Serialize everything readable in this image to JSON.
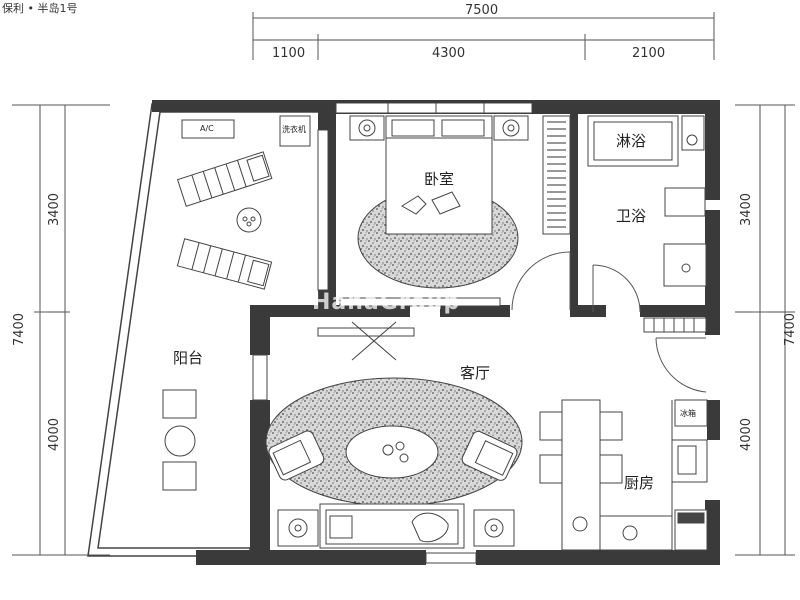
{
  "title": "保利 • 半岛1号",
  "dimensions": {
    "top_total": "7500",
    "top_segments": [
      "1100",
      "4300",
      "2100"
    ],
    "left_total": "7400",
    "left_segments": [
      "3400",
      "4000"
    ],
    "right_total": "7400",
    "right_segments": [
      "3400",
      "4000"
    ]
  },
  "rooms": {
    "balcony": "阳台",
    "bedroom": "卧室",
    "bathroom": "卫浴",
    "shower": "淋浴",
    "living": "客厅",
    "kitchen": "厨房"
  },
  "fixtures": {
    "ac": "A/C",
    "washer": "洗衣机",
    "fridge": "冰箱"
  },
  "watermark": "HanaGroup",
  "colors": {
    "wall": "#3a3a3a",
    "line": "#444444",
    "rug": "#bdbdbd"
  }
}
